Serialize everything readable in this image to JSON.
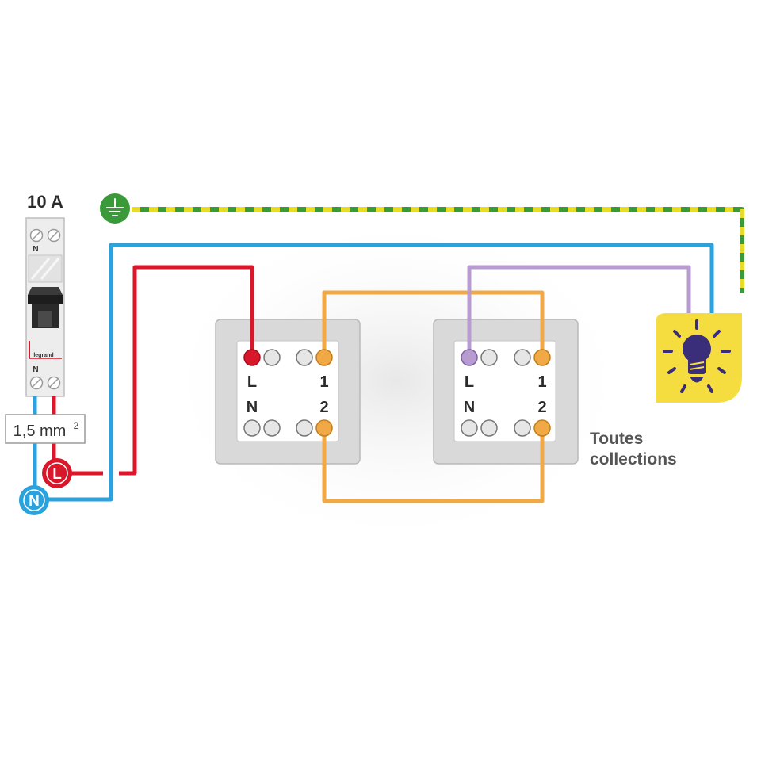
{
  "breaker": {
    "rating": "10 A",
    "top_terminal_label": "N",
    "bottom_terminal_label": "N",
    "brand": "legrand"
  },
  "cable": {
    "section": "1,5 mm",
    "section_exp": "2"
  },
  "source": {
    "earth": "earth-symbol",
    "live": "L",
    "neutral": "N"
  },
  "switch1": {
    "live": "L",
    "neutral": "N",
    "t1": "1",
    "t2": "2"
  },
  "switch2": {
    "live": "L",
    "neutral": "N",
    "t1": "1",
    "t2": "2"
  },
  "note": {
    "line1": "Toutes",
    "line2": "collections"
  },
  "lamp": {
    "icon": "light-bulb-icon"
  },
  "colors": {
    "live": "#d9172a",
    "neutral": "#2aa2dd",
    "traveller": "#f0a945",
    "return": "#b89bd0",
    "earth_green": "#3a9a3a",
    "earth_yellow": "#e6dc2a",
    "lamp_bg": "#f6dd3f",
    "bulb": "#3a2d7a"
  }
}
